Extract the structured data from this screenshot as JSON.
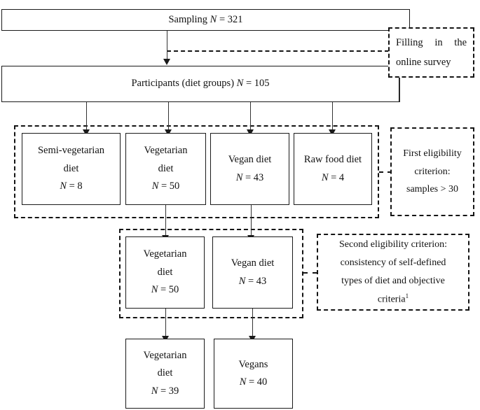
{
  "figure": {
    "type": "flowchart",
    "title": "Study participant selection flowchart"
  },
  "nodes": {
    "sampling": {
      "label_prefix": "Sampling ",
      "n_symbol": "N",
      "n_value": " = 321"
    },
    "survey": {
      "line1": "Filling in the",
      "line2": "online survey"
    },
    "participants": {
      "label_prefix": "Participants (diet groups) ",
      "n_symbol": "N",
      "n_value": " = 105"
    },
    "diet_row": [
      {
        "name_line1": "Semi-vegetarian",
        "name_line2": "diet",
        "n_symbol": "N",
        "n_value": " = 8"
      },
      {
        "name_line1": "Vegetarian",
        "name_line2": "diet",
        "n_symbol": "N",
        "n_value": " = 50"
      },
      {
        "name_line1": "Vegan diet",
        "name_line2": "",
        "n_symbol": "N",
        "n_value": " = 43"
      },
      {
        "name_line1": "Raw food diet",
        "name_line2": "",
        "n_symbol": "N",
        "n_value": " = 4"
      }
    ],
    "first_criterion": {
      "line1": "First eligibility",
      "line2": "criterion:",
      "line3": "samples > 30"
    },
    "second_row": [
      {
        "name_line1": "Vegetarian",
        "name_line2": "diet",
        "n_symbol": "N",
        "n_value": " = 50"
      },
      {
        "name_line1": "Vegan diet",
        "name_line2": "",
        "n_symbol": "N",
        "n_value": " = 43"
      }
    ],
    "second_criterion": {
      "line1": "Second eligibility criterion:",
      "line2": "consistency of self-defined",
      "line3": "types of diet and objective",
      "line4": "criteria",
      "footnote": "1"
    },
    "final_row": [
      {
        "name_line1": "Vegetarian",
        "name_line2": "diet",
        "n_symbol": "N",
        "n_value": " = 39"
      },
      {
        "name_line1": "Vegans",
        "name_line2": "",
        "n_symbol": "N",
        "n_value": " = 40"
      }
    ]
  },
  "colors": {
    "stroke": "#1a1a1a",
    "line": "#333333",
    "background": "#ffffff"
  }
}
